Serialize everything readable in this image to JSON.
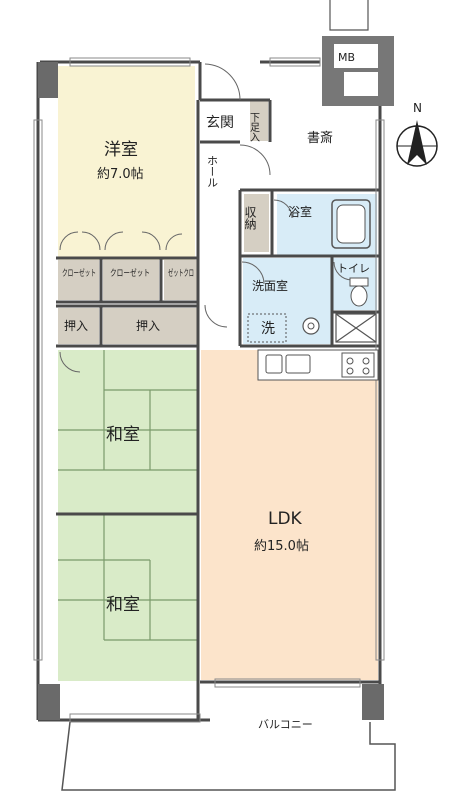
{
  "rooms": {
    "youshitsu": {
      "name": "洋室",
      "area": "約7.0帖"
    },
    "washitsu1": {
      "name": "和室"
    },
    "washitsu2": {
      "name": "和室"
    },
    "ldk": {
      "name": "LDK",
      "area": "約15.0帖"
    },
    "shosai": {
      "name": "書斎"
    },
    "genkan": {
      "name": "玄関"
    },
    "getabako": {
      "name": "下足入"
    },
    "hall": {
      "name": "ホール"
    },
    "shuno": {
      "name": "収納"
    },
    "yokushitsu": {
      "name": "浴室"
    },
    "senmenshitsu": {
      "name": "洗面室"
    },
    "sentaku": {
      "name": "洗"
    },
    "toilet": {
      "name": "トイレ"
    },
    "closet1": {
      "name": "クローゼット"
    },
    "closet2": {
      "name": "クローゼット"
    },
    "closet3": {
      "name": "ゼットクロ"
    },
    "oshiire1": {
      "name": "押入"
    },
    "oshiire2": {
      "name": "押入"
    },
    "balcony": {
      "name": "バルコニー"
    },
    "mb": {
      "name": "MB"
    }
  },
  "compass": {
    "label": "N"
  },
  "colors": {
    "youshitsu": "#f9f3d3",
    "washitsu": "#d9ebc8",
    "ldk": "#fce4cb",
    "water": "#d8ecf7",
    "storage": "#d5cfc3",
    "wall": "#4a4a4a",
    "floor": "#ffffff"
  }
}
